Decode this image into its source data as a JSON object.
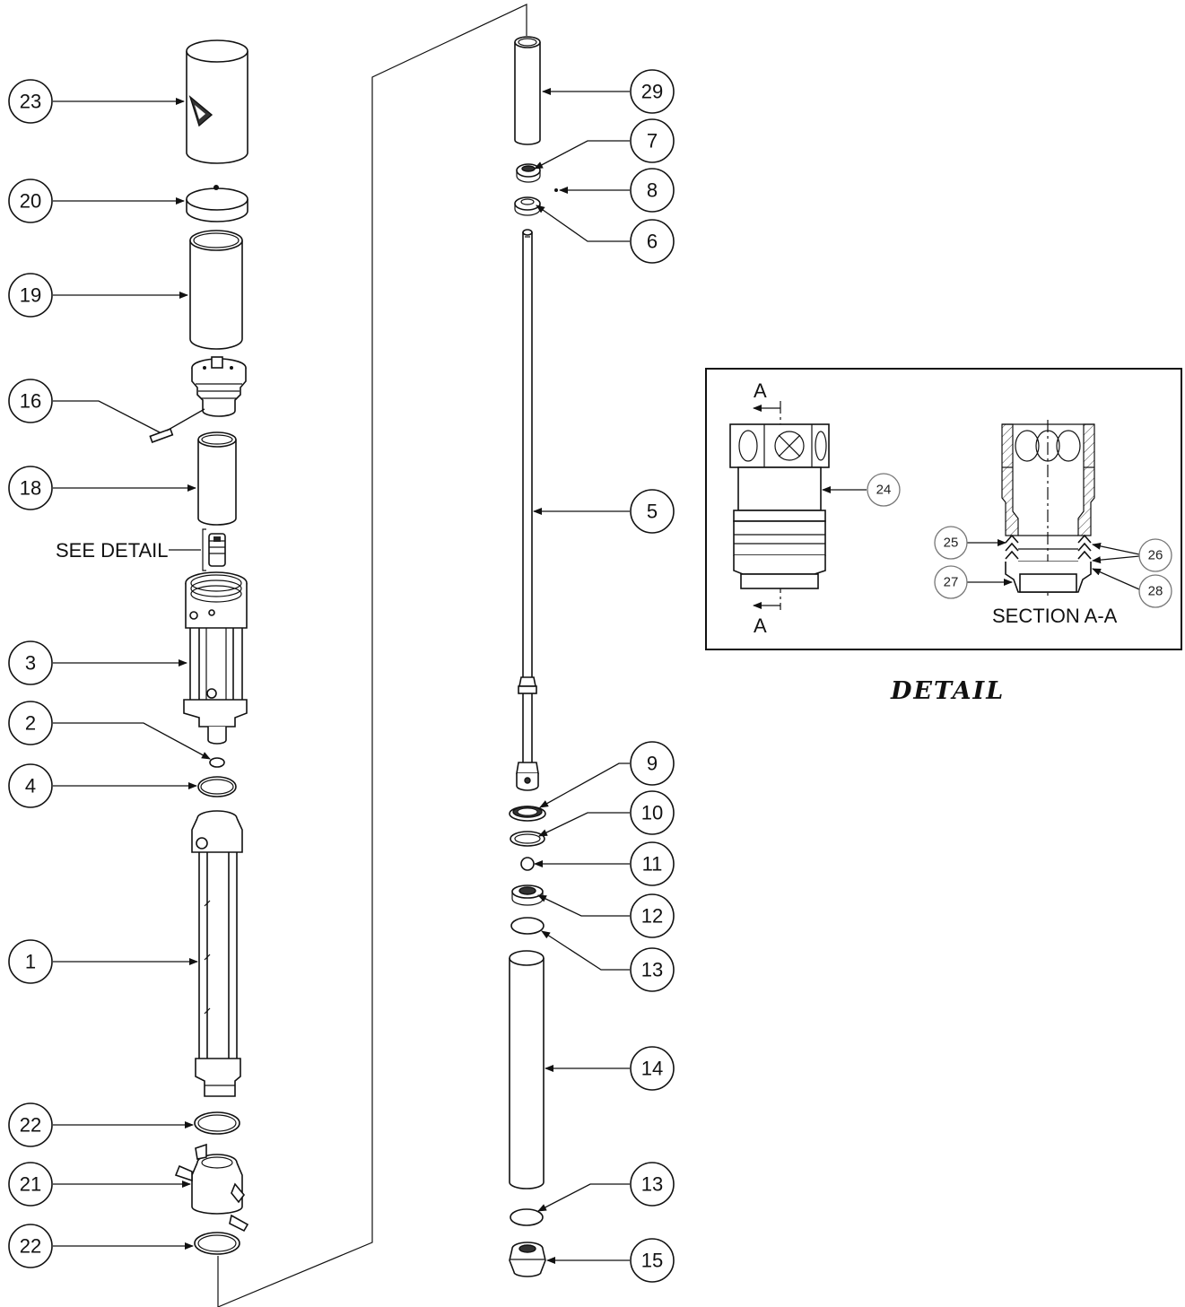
{
  "callouts": {
    "c23": "23",
    "c20": "20",
    "c19": "19",
    "c16": "16",
    "c18": "18",
    "c3": "3",
    "c2": "2",
    "c4": "4",
    "c1": "1",
    "c22a": "22",
    "c21": "21",
    "c22b": "22",
    "c29": "29",
    "c7": "7",
    "c8": "8",
    "c6": "6",
    "c5": "5",
    "c9": "9",
    "c10": "10",
    "c11": "11",
    "c12": "12",
    "c13a": "13",
    "c14": "14",
    "c13b": "13",
    "c15": "15"
  },
  "see_detail_label": "SEE DETAIL",
  "detail": {
    "title": "DETAIL",
    "section_label": "SECTION A-A",
    "section_letter_top": "A",
    "section_letter_bottom": "A",
    "callouts": {
      "c24": "24",
      "c25": "25",
      "c26": "26",
      "c27": "27",
      "c28": "28"
    }
  },
  "colors": {
    "line": "#111111",
    "background": "#ffffff",
    "detail_callout": "#777777"
  }
}
